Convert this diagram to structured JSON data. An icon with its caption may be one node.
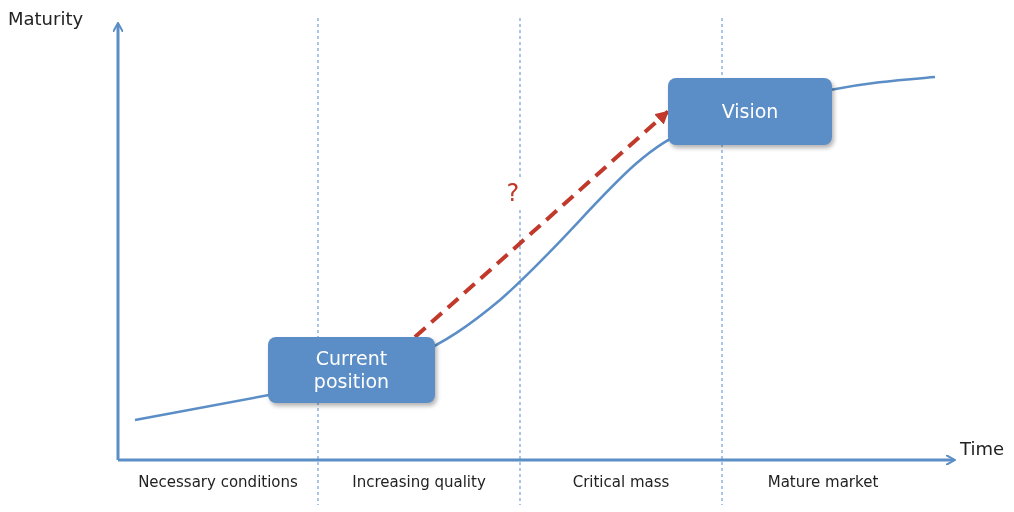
{
  "diagram": {
    "nodes": [
      {
        "text": [
          "Current position"
        ]
      },
      {
        "text": [
          "Vision"
        ]
      }
    ],
    "edges": [
      {
        "from": 0,
        "to": 1,
        "arrow": "to",
        "label": "?",
        "style": "dashed",
        "color": "#c0392b"
      }
    ],
    "labels": [
      "Maturity",
      "Time",
      "Necessary conditions",
      "Increasing quality",
      "Critical mass",
      "Mature market"
    ]
  }
}
